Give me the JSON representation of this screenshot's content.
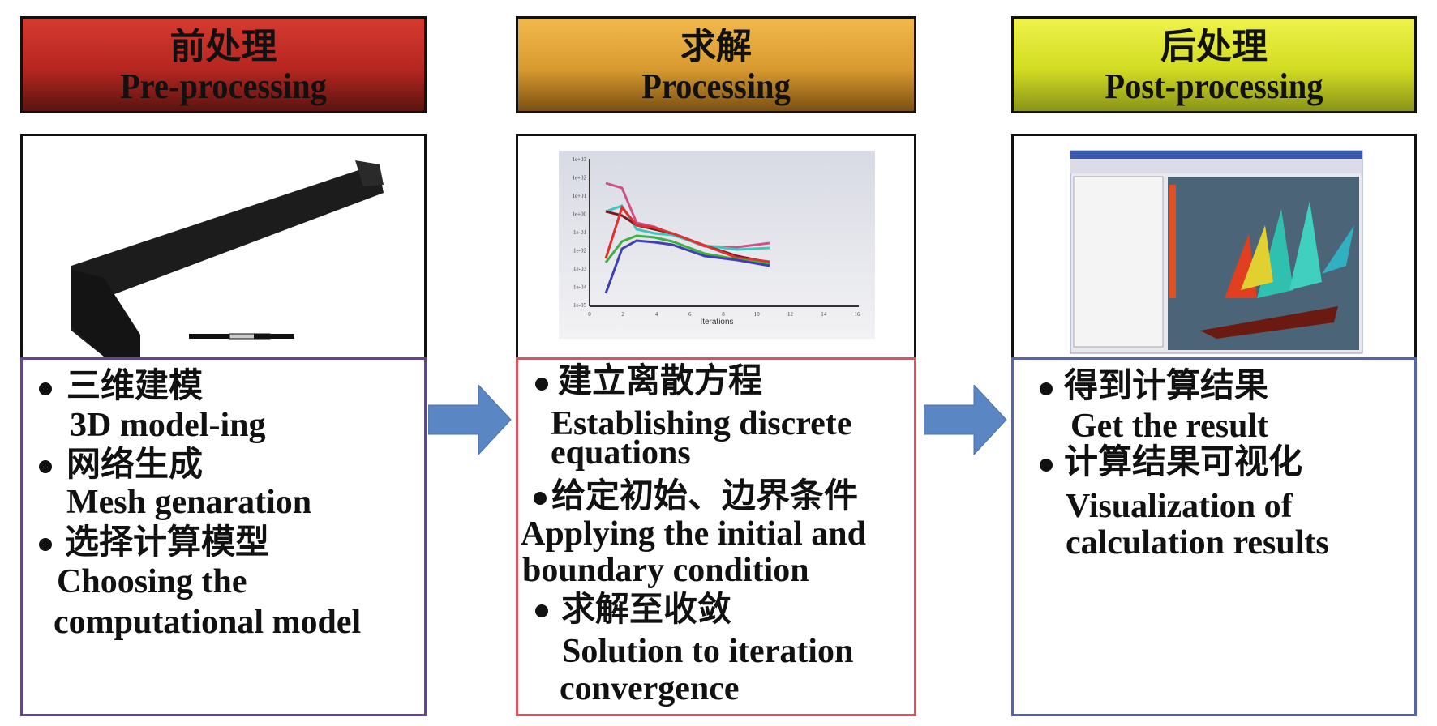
{
  "stages": [
    {
      "zh": "前处理",
      "en": "Pre-processing",
      "color": "#c22a24"
    },
    {
      "zh": "求解",
      "en": "Processing",
      "color": "#e0a23a"
    },
    {
      "zh": "后处理",
      "en": "Post-processing",
      "color": "#dde22e"
    }
  ],
  "pre": {
    "items": [
      {
        "zh": "三维建模",
        "en": "3D model-ing"
      },
      {
        "zh": "网络生成",
        "en": "Mesh genaration"
      },
      {
        "zh": "选择计算模型",
        "en1": "Choosing the",
        "en2": "computational model"
      }
    ]
  },
  "proc": {
    "items": [
      {
        "zh": "建立离散方程",
        "en1": "Establishing discrete",
        "en2": "equations"
      },
      {
        "zh": "给定初始、边界条件",
        "en1": "Applying the initial and",
        "en2": "boundary condition"
      },
      {
        "zh": "求解至收敛",
        "en1": "Solution to iteration",
        "en2": "convergence"
      }
    ]
  },
  "post": {
    "items": [
      {
        "zh": "得到计算结果",
        "en": "Get the result"
      },
      {
        "zh": "计算结果可视化",
        "en1": "Visualization of",
        "en2": "calculation results"
      }
    ]
  },
  "residual_plot": {
    "xlabel": "Iterations",
    "xticks": [
      "0",
      "2",
      "4",
      "6",
      "8",
      "10",
      "12",
      "14",
      "16"
    ],
    "yticks": [
      "1e+03",
      "1e+02",
      "1e+01",
      "1e+00",
      "1e-01",
      "1e-02",
      "1e-03",
      "1e-04",
      "1e-05"
    ]
  }
}
